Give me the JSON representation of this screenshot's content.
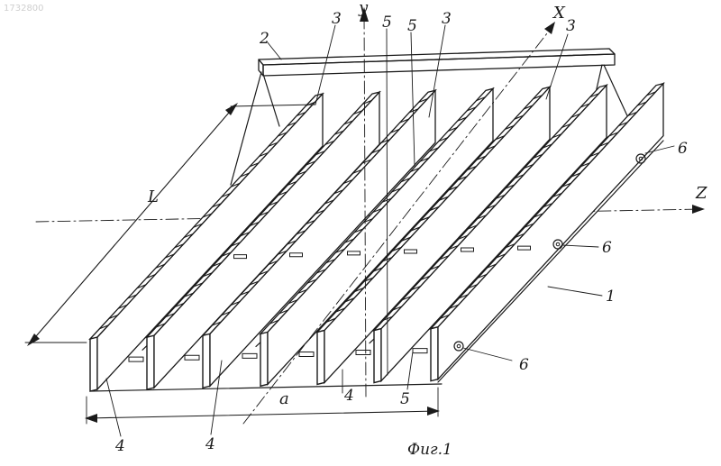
{
  "watermark": "1732800",
  "axes": {
    "y": "y",
    "x": "X",
    "z": "Z"
  },
  "dimensions": {
    "length": "L",
    "width": "a"
  },
  "labels": {
    "n1": "1",
    "n2": "2",
    "n3": "3",
    "n4": "4",
    "n5": "5",
    "n6": "6"
  },
  "caption": "Фиг.1",
  "colors": {
    "ink": "#1a1a1a",
    "paper": "#ffffff"
  }
}
